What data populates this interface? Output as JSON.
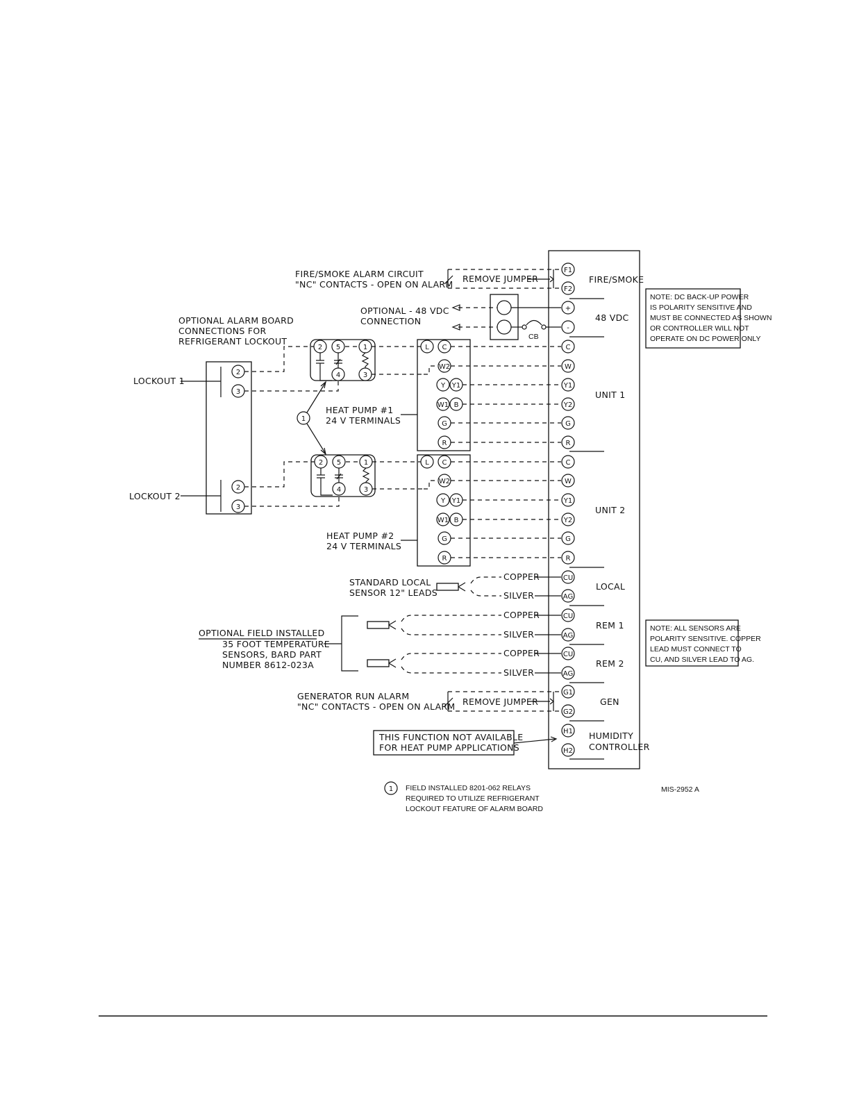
{
  "controller": {
    "sections": {
      "fire_smoke": "FIRE/SMOKE",
      "vdc48": "48 VDC",
      "unit1": "UNIT 1",
      "unit2": "UNIT 2",
      "local": "LOCAL",
      "rem1": "REM 1",
      "rem2": "REM 2",
      "gen": "GEN",
      "humidity_line1": "HUMIDITY",
      "humidity_line2": "CONTROLLER"
    },
    "terminals": {
      "fire": [
        "F1",
        "F2"
      ],
      "power": [
        "+",
        "-"
      ],
      "unit1": [
        "C",
        "W",
        "Y1",
        "Y2",
        "G",
        "R"
      ],
      "unit2": [
        "C",
        "W",
        "Y1",
        "Y2",
        "G",
        "R"
      ],
      "local": [
        "CU",
        "AG"
      ],
      "rem1": [
        "CU",
        "AG"
      ],
      "rem2": [
        "CU",
        "AG"
      ],
      "gen": [
        "G1",
        "G2"
      ],
      "humidity": [
        "H1",
        "H2"
      ]
    }
  },
  "labels": {
    "fire_alarm_line1": "FIRE/SMOKE ALARM CIRCUIT",
    "fire_alarm_line2": "\"NC\" CONTACTS - OPEN ON ALARM",
    "remove_jumper_fire": "REMOVE JUMPER",
    "optional_48_line1": "OPTIONAL - 48 VDC",
    "optional_48_line2": "CONNECTION",
    "cb": "CB",
    "alarm_board_line1": "OPTIONAL ALARM BOARD",
    "alarm_board_line2": "CONNECTIONS FOR",
    "alarm_board_line3": "REFRIGERANT LOCKOUT",
    "lockout1": "LOCKOUT 1",
    "lockout2": "LOCKOUT 2",
    "heat_pump1_line1": "HEAT PUMP #1",
    "heat_pump1_line2": "24 V TERMINALS",
    "heat_pump2_line1": "HEAT PUMP #2",
    "heat_pump2_line2": "24 V TERMINALS",
    "std_sensor_line1": "STANDARD LOCAL",
    "std_sensor_line2": "SENSOR 12\" LEADS",
    "copper": "COPPER",
    "silver": "SILVER",
    "field_sensor_line1": "OPTIONAL FIELD INSTALLED",
    "field_sensor_line2": "35 FOOT TEMPERATURE",
    "field_sensor_line3": "SENSORS, BARD PART",
    "field_sensor_line4": "NUMBER 8612-023A",
    "gen_alarm_line1": "GENERATOR RUN ALARM",
    "gen_alarm_line2": "\"NC\" CONTACTS - OPEN ON ALARM",
    "remove_jumper_gen": "REMOVE JUMPER",
    "not_avail_line1": "THIS FUNCTION NOT AVAILABLE",
    "not_avail_line2": "FOR HEAT PUMP APPLICATIONS",
    "note1_line1": "NOTE:  DC BACK-UP POWER",
    "note1_line2": "IS POLARITY SENSITIVE AND",
    "note1_line3": "MUST BE CONNECTED AS SHOWN",
    "note1_line4": "OR CONTROLLER WILL NOT",
    "note1_line5": "OPERATE ON DC POWER ONLY",
    "note2_line1": "NOTE:  ALL SENSORS ARE",
    "note2_line2": "POLARITY SENSITIVE. COPPER",
    "note2_line3": "LEAD MUST CONNECT TO",
    "note2_line4": "CU, AND SILVER LEAD TO AG.",
    "footnote_marker": "1",
    "footnote_line1": "FIELD INSTALLED 8201-062 RELAYS",
    "footnote_line2": "REQUIRED TO UTILIZE REFRIGERANT",
    "footnote_line3": "LOCKOUT FEATURE OF ALARM BOARD",
    "drawing_number": "MIS-2952 A"
  },
  "relay": {
    "pins": [
      "2",
      "5",
      "1",
      "4",
      "3"
    ]
  },
  "heat_pump_terminals": {
    "l": "L",
    "c": "C",
    "w2": "W2",
    "y": "Y",
    "y1": "Y1",
    "w1": "W1",
    "b": "B",
    "g": "G",
    "r": "R"
  },
  "alarm_board_terminals": [
    "2",
    "3"
  ]
}
